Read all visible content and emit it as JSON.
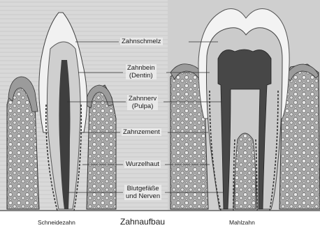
{
  "labels": {
    "enamel": "Zahnschmelz",
    "dentin_line1": "Zahnbein",
    "dentin_line2": "(Dentin)",
    "pulp_line1": "Zahnnerv",
    "pulp_line2": "(Pulpa)",
    "cementum": "Zahnzement",
    "periodontium": "Wurzelhaut",
    "vessels_line1": "Blutgefäße",
    "vessels_line2": "und Nerven"
  },
  "captions": {
    "incisor": "Schneidezahn",
    "title": "Zahnaufbau",
    "molar": "Mahlzahn"
  },
  "colors": {
    "enamel": "#f3f3f3",
    "dentin": "#bdbdbd",
    "pulp": "#4a4a4a",
    "bone": "#9a9a9a",
    "gum": "#8a8a8a",
    "background_left": "#d6d6d6",
    "background_right": "#cfcfcf"
  }
}
